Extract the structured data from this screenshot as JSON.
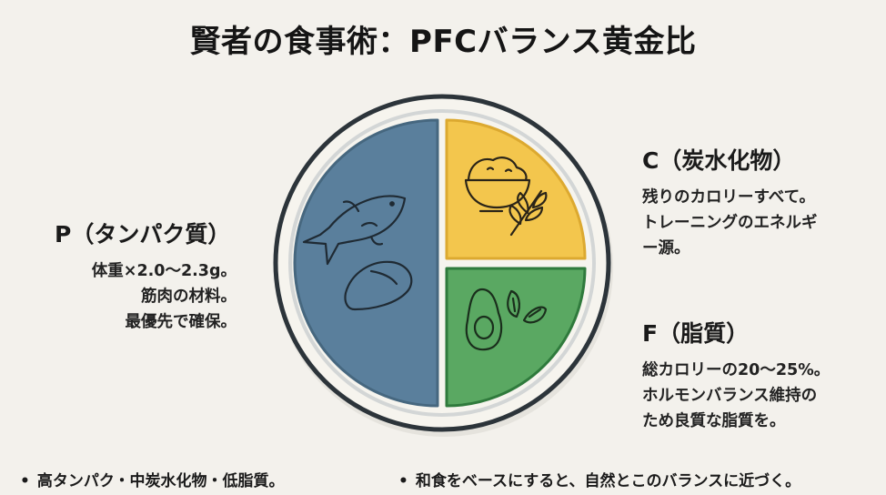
{
  "title": "賢者の食事術：PFCバランス黄金比",
  "plate": {
    "colors": {
      "protein": "#5a7f9c",
      "carbs": "#f3c64d",
      "fat": "#5aa862",
      "outer_ring": "#2c343a",
      "inner_ring": "#d3d6d6",
      "plate": "#f6f4ee"
    },
    "icons": {
      "protein": [
        "fish-icon",
        "chicken-breast-icon"
      ],
      "carbs": [
        "rice-bowl-icon",
        "wheat-icon"
      ],
      "fat": [
        "avocado-icon",
        "almond-icon"
      ]
    }
  },
  "sections": {
    "protein": {
      "heading": "P（タンパク質）",
      "lines": [
        "体重×2.0〜2.3g。",
        "筋肉の材料。",
        "最優先で確保。"
      ]
    },
    "carbs": {
      "heading": "C（炭水化物）",
      "lines": [
        "残りのカロリーすべて。",
        "トレーニングのエネルギ",
        "ー源。"
      ]
    },
    "fat": {
      "heading": "F（脂質）",
      "lines": [
        "総カロリーの20〜25%。",
        "ホルモンバランス維持の",
        "ため良質な脂質を。"
      ]
    }
  },
  "footer": {
    "bullet": "•",
    "left": "高タンパク・中炭水化物・低脂質。",
    "right": "和食をベースにすると、自然とこのバランスに近づく。"
  }
}
